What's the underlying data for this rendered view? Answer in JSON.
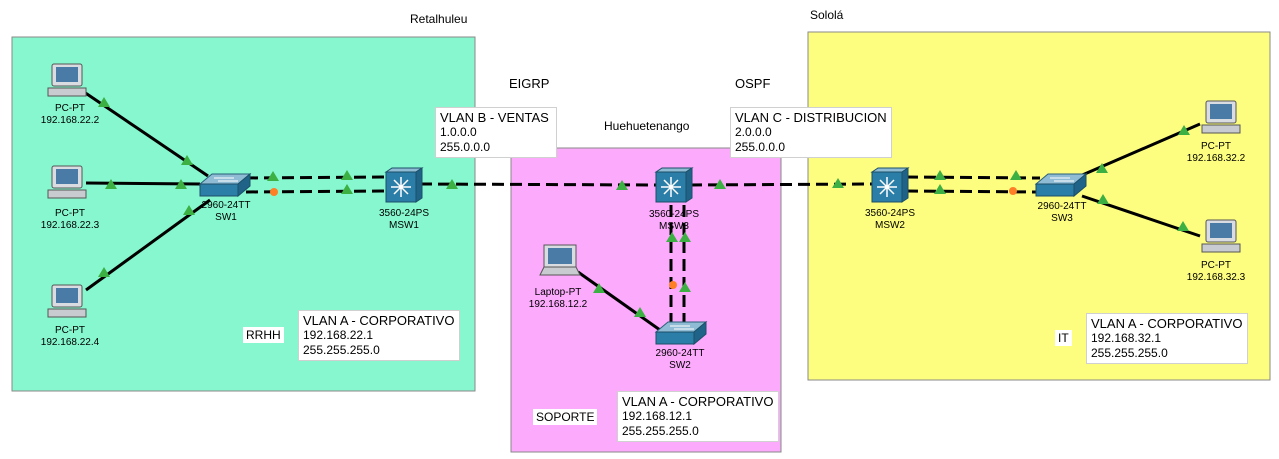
{
  "regions": {
    "retalhuleu": {
      "title": "Retalhuleu",
      "color": "#86f7cf",
      "tag": "RRHH"
    },
    "huehuetenango": {
      "title": "Huehuetenango",
      "color": "#fcaafc",
      "tag": "SOPORTE"
    },
    "solola": {
      "title": "Sololá",
      "color": "#fdfd80",
      "tag": "IT"
    }
  },
  "protocols": {
    "left": "EIGRP",
    "right": "OSPF"
  },
  "notes": {
    "vlan_b": {
      "title": "VLAN B - VENTAS",
      "line1": "1.0.0.0",
      "line2": "255.0.0.0"
    },
    "vlan_c": {
      "title": "VLAN C - DISTRIBUCION",
      "line1": "2.0.0.0",
      "line2": "255.0.0.0"
    },
    "corp_left": {
      "title": "VLAN A - CORPORATIVO",
      "line1": "192.168.22.1",
      "line2": "255.255.255.0"
    },
    "corp_mid": {
      "title": "VLAN A - CORPORATIVO",
      "line1": "192.168.12.1",
      "line2": "255.255.255.0"
    },
    "corp_right": {
      "title": "VLAN A - CORPORATIVO",
      "line1": "192.168.32.1",
      "line2": "255.255.255.0"
    }
  },
  "devices": {
    "pc1": {
      "type": "PC-PT",
      "name": "192.168.22.2"
    },
    "pc2": {
      "type": "PC-PT",
      "name": "192.168.22.3"
    },
    "pc3": {
      "type": "PC-PT",
      "name": "192.168.22.4"
    },
    "sw1": {
      "type": "2960-24TT",
      "name": "SW1"
    },
    "msw1": {
      "type": "3560-24PS",
      "name": "MSW1"
    },
    "msw3": {
      "type": "3560-24PS",
      "name": "MSW3"
    },
    "sw2": {
      "type": "2960-24TT",
      "name": "SW2"
    },
    "laptop": {
      "type": "Laptop-PT",
      "name": "192.168.12.2"
    },
    "msw2": {
      "type": "3560-24PS",
      "name": "MSW2"
    },
    "sw3": {
      "type": "2960-24TT",
      "name": "SW3"
    },
    "pc4": {
      "type": "PC-PT",
      "name": "192.168.32.2"
    },
    "pc5": {
      "type": "PC-PT",
      "name": "192.168.32.3"
    }
  },
  "colors": {
    "link": "#000000",
    "up": "#3cb043",
    "blocked": "#ff7f27",
    "device": "#2b7ea8"
  }
}
